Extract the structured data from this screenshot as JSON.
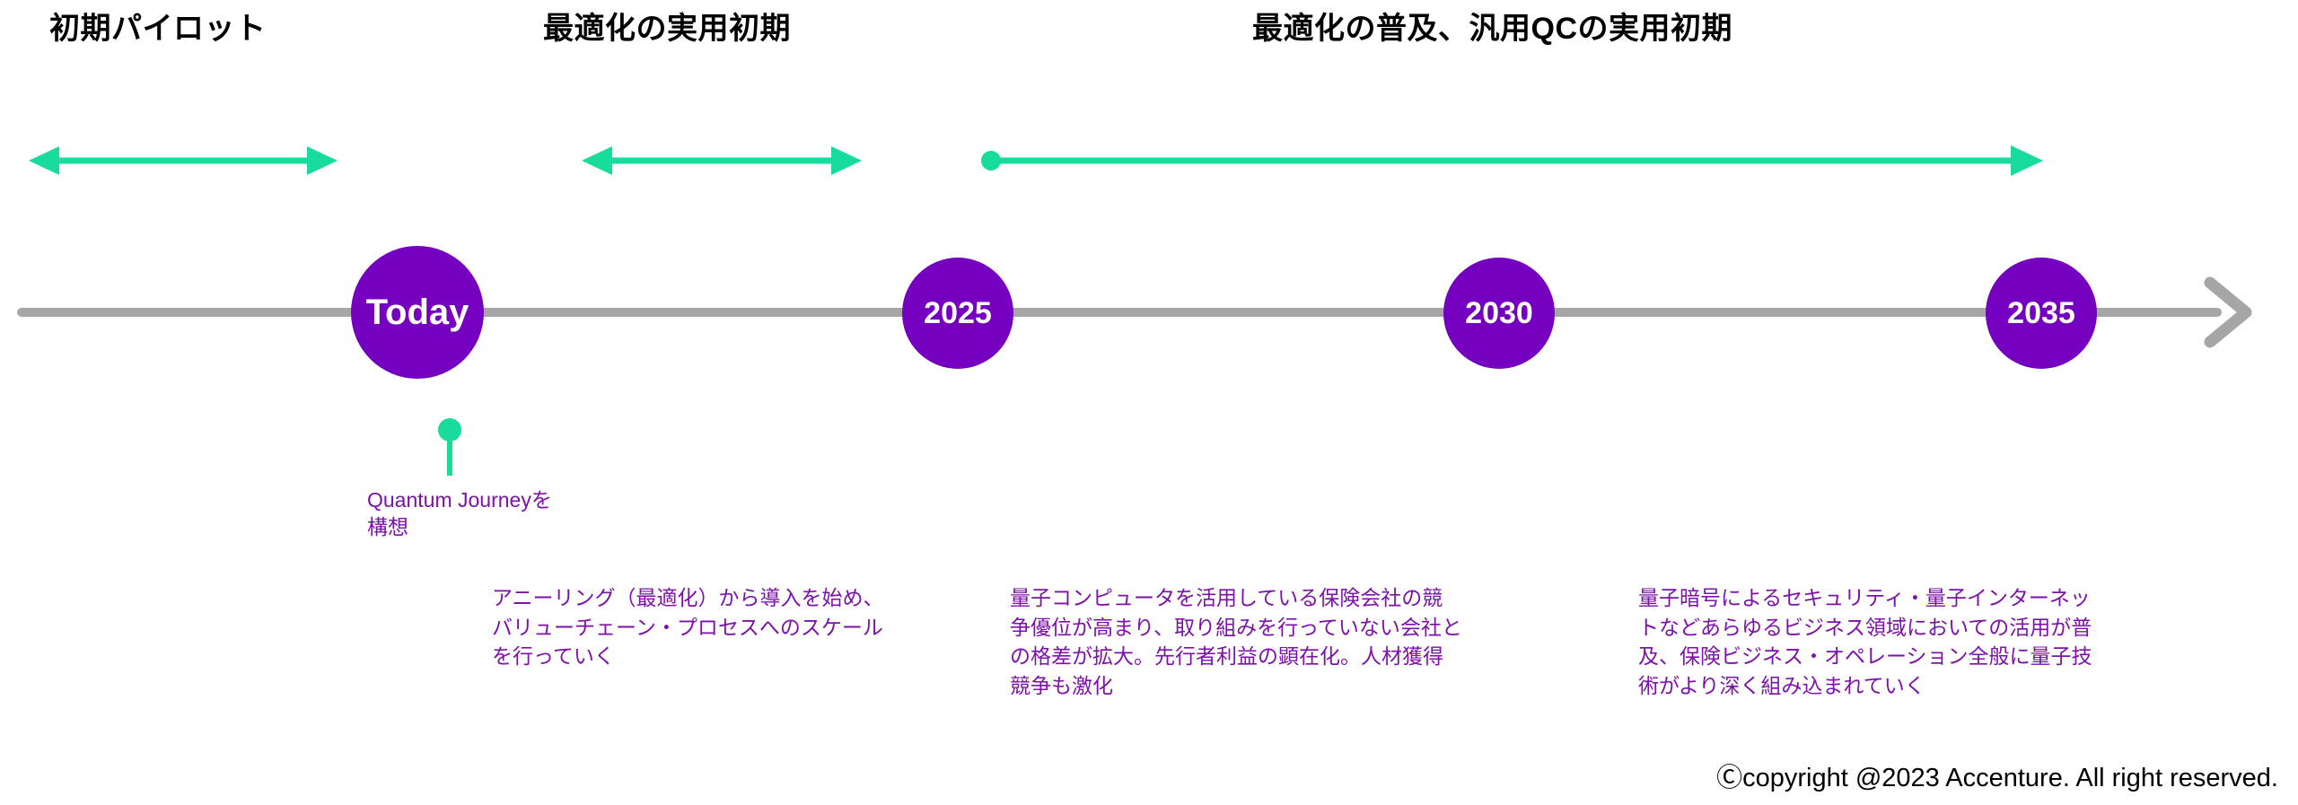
{
  "colors": {
    "node_purple": "#7500C0",
    "accent_green": "#17DC9B",
    "axis_gray": "#A6A6A6",
    "body_purple": "#7D12A8",
    "heading_black": "#000000"
  },
  "phases": [
    {
      "label": "初期パイロット"
    },
    {
      "label": "最適化の実用初期"
    },
    {
      "label": "最適化の普及、汎用QCの実用初期"
    }
  ],
  "timeline": {
    "nodes": [
      {
        "label": "Today"
      },
      {
        "label": "2025"
      },
      {
        "label": "2030"
      },
      {
        "label": "2035"
      }
    ]
  },
  "pin": {
    "line1": "Quantum Journeyを",
    "line2": "構想"
  },
  "notes": [
    {
      "text": "アニーリング（最適化）から導入を始め、バリューチェーン・プロセスへのスケールを行っていく"
    },
    {
      "text": "量子コンピュータを活用している保険会社の競争優位が高まり、取り組みを行っていない会社との格差が拡大。先行者利益の顕在化。人材獲得競争も激化"
    },
    {
      "text": "量子暗号によるセキュリティ・量子インターネットなどあらゆるビジネス領域においての活用が普及、保険ビジネス・オペレーション全般に量子技術がより深く組み込まれていく"
    }
  ],
  "footer": {
    "copyright": "Ⓒcopyright @2023 Accenture. All right reserved."
  }
}
